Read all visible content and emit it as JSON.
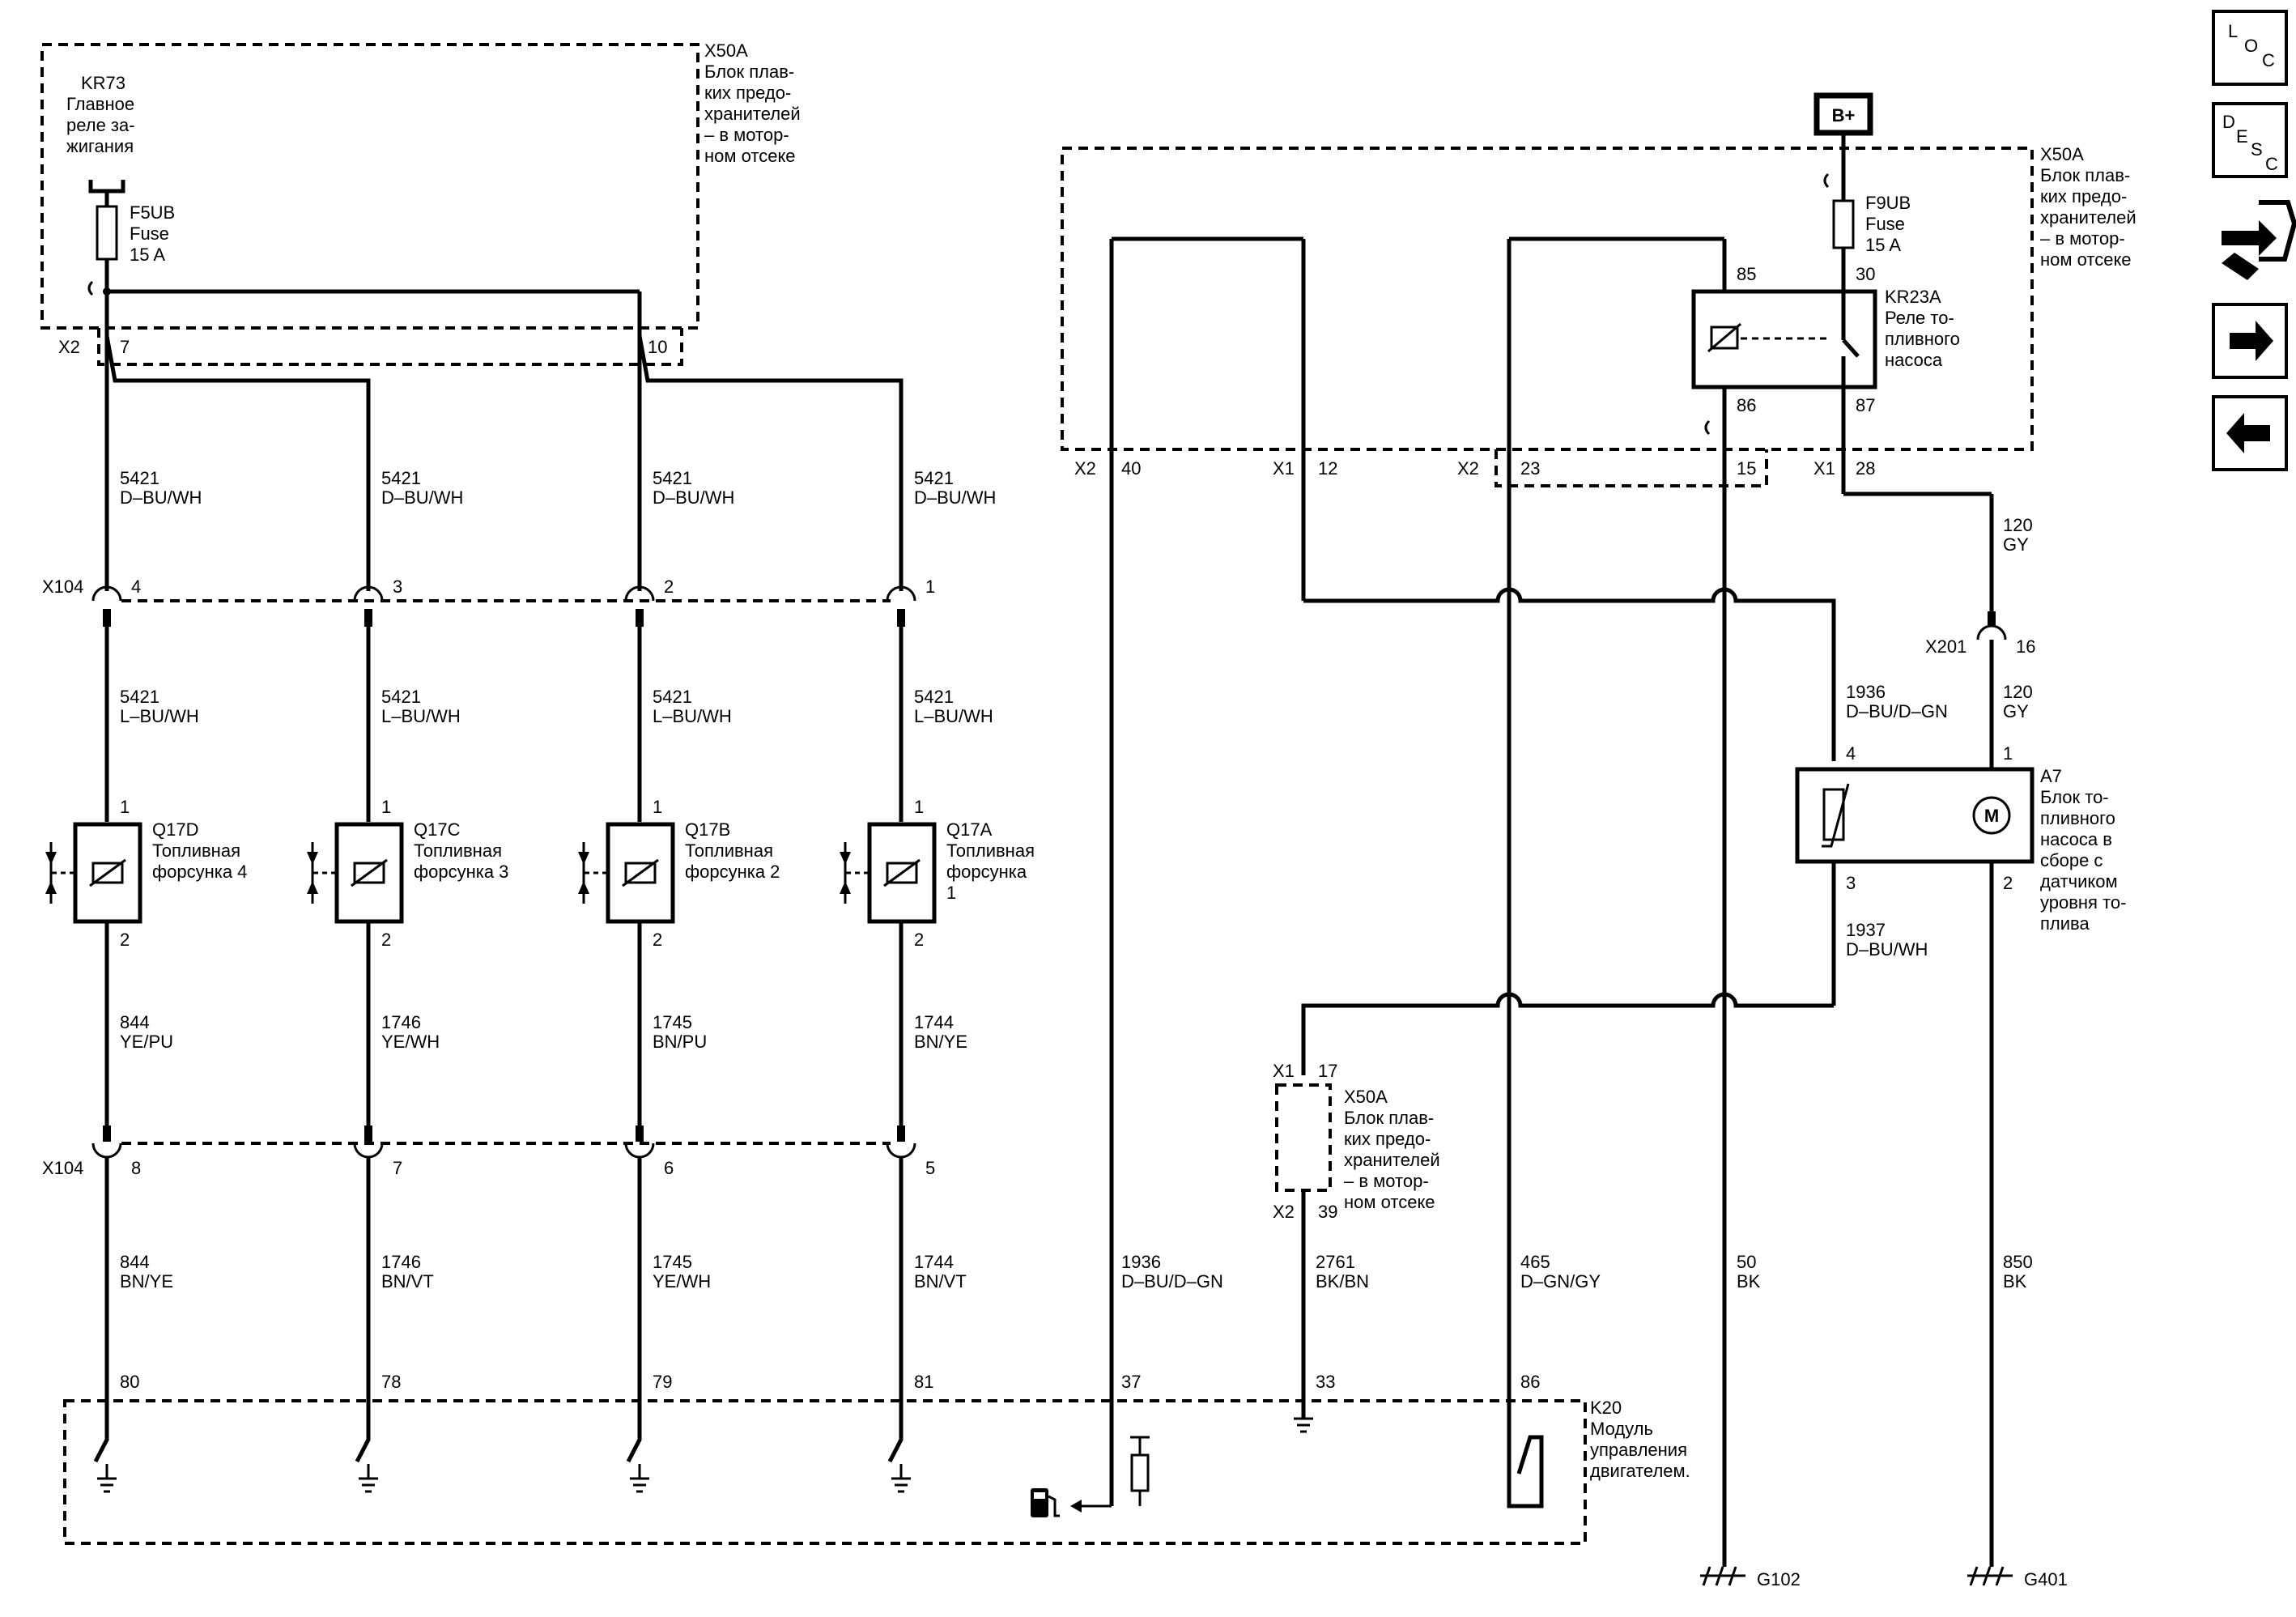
{
  "left": {
    "fuse_block_label": [
      "X50A",
      "Блок плав-",
      "ких предо-",
      "хранителей",
      "– в мотор-",
      "ном отсеке"
    ],
    "relay_label": [
      "KR73",
      "Главное",
      "реле за-",
      "жигания"
    ],
    "fuse": [
      "F5UB",
      "Fuse",
      "15 A"
    ],
    "x2": "X2",
    "pin7": "7",
    "pin10": "10",
    "x104": "X104",
    "x104_pins_top": [
      "4",
      "3",
      "2",
      "1"
    ],
    "x104_pins_bottom": [
      "8",
      "7",
      "6",
      "5"
    ],
    "wire_upper": [
      "5421",
      "D–BU/WH"
    ],
    "wire_mid": [
      "5421",
      "L–BU/WH"
    ],
    "pin_1": "1",
    "pin_2": "2",
    "injectors": [
      {
        "id": "Q17D",
        "name1": "Топливная",
        "name2": "форсунка 4",
        "name3": ""
      },
      {
        "id": "Q17C",
        "name1": "Топливная",
        "name2": "форсунка 3",
        "name3": ""
      },
      {
        "id": "Q17B",
        "name1": "Топливная",
        "name2": "форсунка 2",
        "name3": ""
      },
      {
        "id": "Q17A",
        "name1": "Топливная",
        "name2": "форсунка",
        "name3": "1"
      }
    ],
    "wires_lower": [
      [
        "844",
        "YE/PU"
      ],
      [
        "1746",
        "YE/WH"
      ],
      [
        "1745",
        "BN/PU"
      ],
      [
        "1744",
        "BN/YE"
      ]
    ],
    "wires_bottom": [
      [
        "844",
        "BN/YE"
      ],
      [
        "1746",
        "BN/VT"
      ],
      [
        "1745",
        "YE/WH"
      ],
      [
        "1744",
        "BN/VT"
      ]
    ],
    "k20_pins": [
      "80",
      "78",
      "79",
      "81"
    ]
  },
  "right": {
    "bplus": "B+",
    "fuse_block_label": [
      "X50A",
      "Блок плав-",
      "ких предо-",
      "хранителей",
      "– в мотор-",
      "ном отсеке"
    ],
    "fuse": [
      "F9UB",
      "Fuse",
      "15 A"
    ],
    "relay": [
      "KR23A",
      "Реле то-",
      "пливного",
      "насоса"
    ],
    "relay_pins": {
      "p85": "85",
      "p30": "30",
      "p86": "86",
      "p87": "87"
    },
    "conn_labels": {
      "x2a": "X2",
      "p40": "40",
      "x1a": "X1",
      "p12": "12",
      "x2b": "X2",
      "p23": "23",
      "p15": "15",
      "x1b": "X1",
      "p28": "28"
    },
    "wire_120_top": [
      "120",
      "GY"
    ],
    "x201": "X201",
    "p16": "16",
    "wire_120_bot": [
      "120",
      "GY"
    ],
    "wire_1936": [
      "1936",
      "D–BU/D–GN"
    ],
    "pump_pins": {
      "p4": "4",
      "p1": "1",
      "p3": "3",
      "p2": "2"
    },
    "pump_label": [
      "A7",
      "Блок то-",
      "пливного",
      "насоса в",
      "сборе с",
      "датчиком",
      "уровня то-",
      "плива"
    ],
    "motor": "M",
    "wire_1937": [
      "1937",
      "D–BU/WH"
    ],
    "x50a_small": {
      "x1": "X1",
      "p17": "17",
      "x2": "X2",
      "p39": "39"
    },
    "x50a_small_label": [
      "X50A",
      "Блок плав-",
      "ких предо-",
      "хранителей",
      "– в мотор-",
      "ном отсеке"
    ],
    "bottom_wires": [
      [
        "1936",
        "D–BU/D–GN"
      ],
      [
        "2761",
        "BK/BN"
      ],
      [
        "465",
        "D–GN/GY"
      ],
      [
        "50",
        "BK"
      ],
      [
        "850",
        "BK"
      ]
    ],
    "k20_pins": [
      "37",
      "33",
      "86"
    ],
    "k20_label": [
      "K20",
      "Модуль",
      "управления",
      "двигателем."
    ],
    "grounds": [
      "G102",
      "G401"
    ]
  },
  "side_buttons": [
    {
      "name": "loc-button",
      "l1": "L",
      "l2": "O",
      "l3": "C"
    },
    {
      "name": "desc-button",
      "l1": "D",
      "l2": "E",
      "l3": "S",
      "l4": "C"
    }
  ]
}
